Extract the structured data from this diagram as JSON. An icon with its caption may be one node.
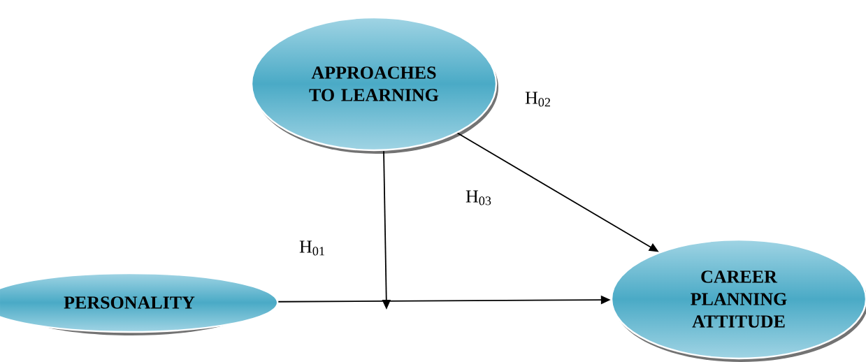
{
  "diagram": {
    "nodes": [
      {
        "text": [
          "APPROACHES TO LEARNING"
        ]
      },
      {
        "text": [
          "PERSONALITY"
        ]
      },
      {
        "text": [
          "CAREER PLANNING ATTITUDE"
        ]
      }
    ],
    "edges": [
      {
        "from": 1,
        "to": 2,
        "arrow": "to"
      },
      {
        "from": 0,
        "to": 2,
        "arrow": "to"
      },
      {
        "from": 0,
        "to": null,
        "arrow": "to"
      }
    ],
    "labels": [
      "H$_{02}$",
      "H$_{03}$",
      "H$_{01}$"
    ]
  }
}
